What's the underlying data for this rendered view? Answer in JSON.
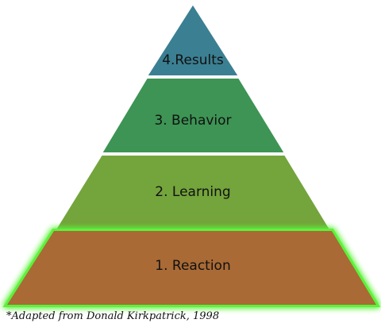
{
  "diagram": {
    "tiers": [
      {
        "label": "4.Results",
        "color": "#3b7f92"
      },
      {
        "label": "3. Behavior",
        "color": "#3d9454"
      },
      {
        "label": "2. Learning",
        "color": "#74a43c"
      },
      {
        "label": "1. Reaction",
        "color": "#a96a35",
        "highlight": "#5cf23a"
      }
    ]
  },
  "caption": "*Adapted from Donald Kirkpatrick, 1998"
}
